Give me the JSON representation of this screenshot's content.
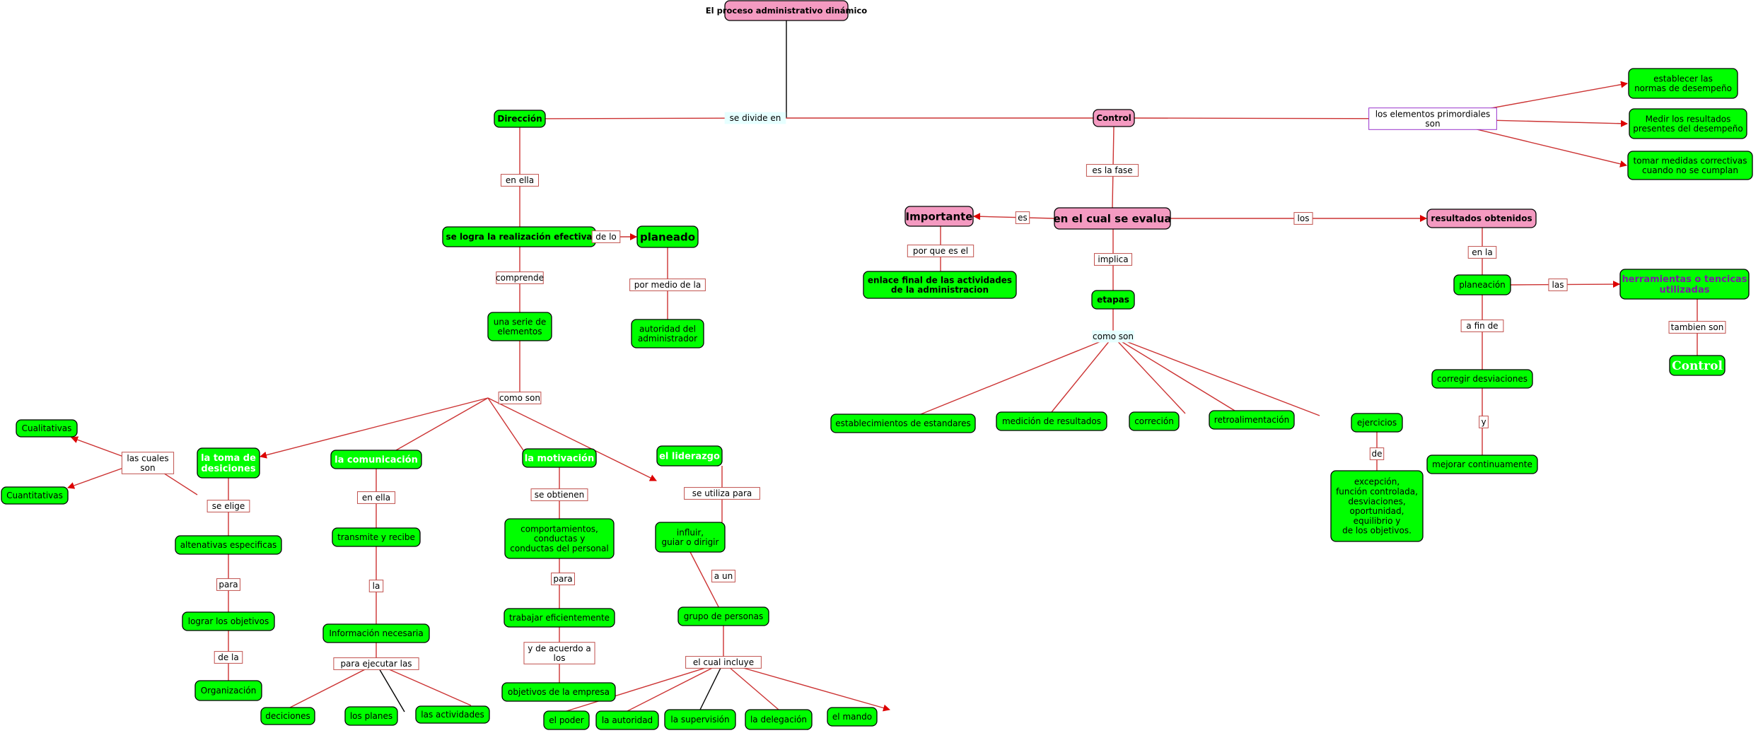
{
  "colors": {
    "green": "#00ff00",
    "pink": "#f49ac1",
    "line": "#cc3333",
    "dark_line": "#000000",
    "label_border": "#c0504d",
    "label_bg_cyan": "#e6ffff",
    "purple_border": "#9933cc",
    "purple_text": "#7a1fa2",
    "arrow": "#dd0000"
  },
  "title": "El proceso administrativo dinámico",
  "nodes": {
    "titulo": [
      "El proceso administrativo dinámico"
    ],
    "direccion": [
      "Dirección"
    ],
    "control": [
      "Control"
    ],
    "realizacion": [
      "se logra la realización efectiva"
    ],
    "planeado": [
      "planeado"
    ],
    "autoridad_admin": [
      "autoridad del",
      "administrador"
    ],
    "serie": [
      "una serie de",
      "elementos"
    ],
    "cualitativas": [
      "Cualitativas"
    ],
    "cuantitativas": [
      "Cuantitativas"
    ],
    "toma": [
      "la toma de",
      "desiciones"
    ],
    "comunicacion": [
      "la comunicación"
    ],
    "motivacion": [
      "la motivación"
    ],
    "liderazgo": [
      "el liderazgo"
    ],
    "alternativas": [
      "altenativas especificas"
    ],
    "lograr": [
      "lograr los objetivos"
    ],
    "organizacion": [
      "Organización"
    ],
    "transmite": [
      "transmite y recibe"
    ],
    "informacion": [
      "Información necesaria"
    ],
    "decisiones": [
      "deciciones"
    ],
    "planes": [
      "los planes"
    ],
    "actividades": [
      "las actividades"
    ],
    "comportamientos": [
      "comportamientos,",
      "conductas y",
      "conductas del personal"
    ],
    "trabajar": [
      "trabajar eficientemente"
    ],
    "objetivos_emp": [
      "objetivos de la empresa"
    ],
    "influir": [
      "influir,",
      "guiar o dirigir"
    ],
    "grupo": [
      "grupo de personas"
    ],
    "poder": [
      "el poder"
    ],
    "autoridad": [
      "la autoridad"
    ],
    "supervision": [
      "la supervisión"
    ],
    "delegacion": [
      "la delegación"
    ],
    "mando": [
      "el mando"
    ],
    "importante": [
      "Importante"
    ],
    "evalua": [
      "en el cual se evalua"
    ],
    "resultados": [
      "resultados obtenidos"
    ],
    "enlace": [
      "enlace final de las actividades",
      "de la administracion"
    ],
    "etapas": [
      "etapas"
    ],
    "establecimientos": [
      "establecimientos de estandares"
    ],
    "medicion": [
      "medición de resultados"
    ],
    "correcion": [
      "correción"
    ],
    "retro": [
      "retroalimentación"
    ],
    "ejercicios": [
      "ejercicios"
    ],
    "excepcion": [
      "excepción,",
      "función controlada,",
      "desviaciones,",
      "oportunidad,",
      "equilibrio y",
      "de los objetivos."
    ],
    "planeacion": [
      "planeación"
    ],
    "herramientas": [
      "herramientas o tencicas",
      "utilizadas"
    ],
    "control2": [
      "Control"
    ],
    "corregir": [
      "corregir desviaciones"
    ],
    "mejorar": [
      "mejorar continuamente"
    ],
    "normas": [
      "establecer las",
      "normas de desempeño"
    ],
    "medir": [
      "Medir los resultados",
      "presentes del desempeño"
    ],
    "tomar": [
      "tomar medidas correctivas",
      "cuando no se cumplan"
    ]
  },
  "labels": {
    "se_divide": [
      "se divide en"
    ],
    "en_ella": [
      "en ella"
    ],
    "comprende": [
      "comprende"
    ],
    "de_lo": [
      "de lo"
    ],
    "por_medio": [
      "por medio de la"
    ],
    "como_son": [
      "como son"
    ],
    "las_cuales": [
      "las cuales",
      "son"
    ],
    "se_elige": [
      "se elige"
    ],
    "para1": [
      "para"
    ],
    "de_la": [
      "de la"
    ],
    "en_ella2": [
      "en ella"
    ],
    "la": [
      "la"
    ],
    "para_ejecutar": [
      "para ejecutar las"
    ],
    "se_obtienen": [
      "se obtienen"
    ],
    "para2": [
      "para"
    ],
    "y_acuerdo": [
      "y de acuerdo a",
      "los"
    ],
    "se_utiliza": [
      "se utiliza para"
    ],
    "a_un": [
      "a un"
    ],
    "el_cual": [
      "el cual incluye"
    ],
    "elementos_prim": [
      "los elementos primordiales",
      "son"
    ],
    "es_la_fase": [
      "es la fase"
    ],
    "es": [
      "es"
    ],
    "los": [
      "los"
    ],
    "por_que": [
      "por que es el"
    ],
    "implica": [
      "implica"
    ],
    "como_son2": [
      "como son"
    ],
    "de": [
      "de"
    ],
    "en_la": [
      "en la"
    ],
    "las": [
      "las"
    ],
    "a_fin": [
      "a fin de"
    ],
    "y": [
      "y"
    ],
    "tambien": [
      "tambien son"
    ]
  }
}
